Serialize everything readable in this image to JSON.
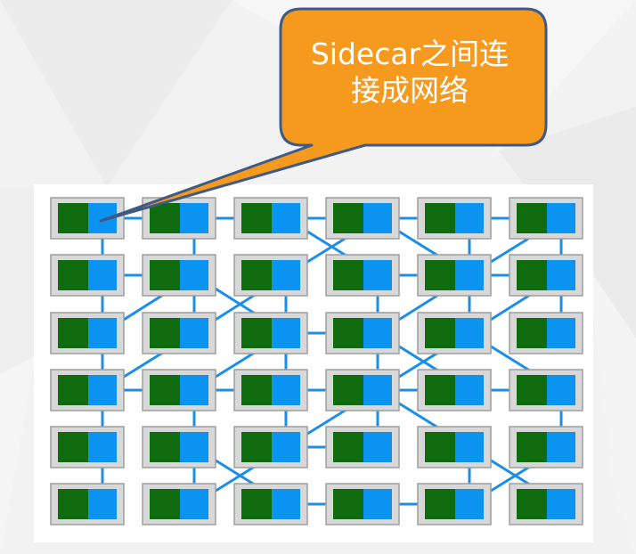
{
  "callout": {
    "text": "Sidecar之间连\n接成网络"
  },
  "mesh": {
    "rows": 6,
    "cols": 6,
    "colors": {
      "pod_border": "#9e9e9e",
      "pod_fill": "#d8d8d8",
      "service_fill": "#0e6b0e",
      "sidecar_fill": "#0a93f0",
      "link": "#1c8ee8",
      "callout_fill": "#f59a1e",
      "callout_border": "#3f5a86"
    },
    "links": [
      [
        [
          0,
          0
        ],
        [
          0,
          1
        ]
      ],
      [
        [
          0,
          1
        ],
        [
          0,
          2
        ]
      ],
      [
        [
          0,
          2
        ],
        [
          0,
          3
        ]
      ],
      [
        [
          0,
          3
        ],
        [
          0,
          4
        ]
      ],
      [
        [
          0,
          4
        ],
        [
          0,
          5
        ]
      ],
      [
        [
          1,
          0
        ],
        [
          1,
          1
        ]
      ],
      [
        [
          1,
          3
        ],
        [
          1,
          4
        ]
      ],
      [
        [
          1,
          4
        ],
        [
          1,
          5
        ]
      ],
      [
        [
          2,
          2
        ],
        [
          2,
          3
        ]
      ],
      [
        [
          3,
          0
        ],
        [
          3,
          1
        ]
      ],
      [
        [
          3,
          1
        ],
        [
          3,
          2
        ]
      ],
      [
        [
          3,
          2
        ],
        [
          3,
          3
        ]
      ],
      [
        [
          3,
          3
        ],
        [
          3,
          4
        ]
      ],
      [
        [
          3,
          4
        ],
        [
          3,
          5
        ]
      ],
      [
        [
          4,
          2
        ],
        [
          4,
          3
        ]
      ],
      [
        [
          5,
          2
        ],
        [
          5,
          3
        ]
      ],
      [
        [
          5,
          3
        ],
        [
          5,
          4
        ]
      ],
      [
        [
          0,
          0
        ],
        [
          1,
          0
        ]
      ],
      [
        [
          1,
          0
        ],
        [
          2,
          0
        ]
      ],
      [
        [
          2,
          0
        ],
        [
          3,
          0
        ]
      ],
      [
        [
          3,
          0
        ],
        [
          4,
          0
        ]
      ],
      [
        [
          4,
          0
        ],
        [
          5,
          0
        ]
      ],
      [
        [
          0,
          1
        ],
        [
          1,
          1
        ]
      ],
      [
        [
          1,
          1
        ],
        [
          2,
          1
        ]
      ],
      [
        [
          1,
          2
        ],
        [
          2,
          2
        ]
      ],
      [
        [
          2,
          2
        ],
        [
          3,
          2
        ]
      ],
      [
        [
          1,
          3
        ],
        [
          2,
          3
        ]
      ],
      [
        [
          2,
          3
        ],
        [
          3,
          3
        ]
      ],
      [
        [
          3,
          3
        ],
        [
          4,
          3
        ]
      ],
      [
        [
          0,
          4
        ],
        [
          1,
          4
        ]
      ],
      [
        [
          1,
          4
        ],
        [
          2,
          4
        ]
      ],
      [
        [
          0,
          5
        ],
        [
          1,
          5
        ]
      ],
      [
        [
          1,
          5
        ],
        [
          2,
          5
        ]
      ],
      [
        [
          3,
          5
        ],
        [
          4,
          5
        ]
      ],
      [
        [
          0,
          2
        ],
        [
          1,
          3
        ]
      ],
      [
        [
          0,
          3
        ],
        [
          1,
          2
        ]
      ],
      [
        [
          1,
          2
        ],
        [
          2,
          1
        ]
      ],
      [
        [
          1,
          4
        ],
        [
          2,
          3
        ]
      ],
      [
        [
          1,
          1
        ],
        [
          2,
          2
        ]
      ],
      [
        [
          2,
          3
        ],
        [
          3,
          4
        ]
      ],
      [
        [
          1,
          5
        ],
        [
          2,
          4
        ]
      ],
      [
        [
          0,
          5
        ],
        [
          1,
          4
        ]
      ],
      [
        [
          1,
          4
        ],
        [
          0,
          3
        ]
      ],
      [
        [
          2,
          0
        ],
        [
          1,
          1
        ]
      ],
      [
        [
          3,
          0
        ],
        [
          2,
          1
        ]
      ],
      [
        [
          3,
          1
        ],
        [
          4,
          1
        ]
      ],
      [
        [
          4,
          1
        ],
        [
          5,
          2
        ]
      ],
      [
        [
          4,
          1
        ],
        [
          5,
          1
        ]
      ],
      [
        [
          5,
          1
        ],
        [
          4,
          2
        ]
      ],
      [
        [
          4,
          2
        ],
        [
          3,
          2
        ]
      ],
      [
        [
          3,
          3
        ],
        [
          4,
          4
        ]
      ],
      [
        [
          4,
          4
        ],
        [
          5,
          5
        ]
      ],
      [
        [
          4,
          4
        ],
        [
          5,
          4
        ]
      ],
      [
        [
          3,
          3
        ],
        [
          2,
          4
        ]
      ],
      [
        [
          2,
          4
        ],
        [
          3,
          5
        ]
      ],
      [
        [
          3,
          3
        ],
        [
          4,
          2
        ]
      ],
      [
        [
          4,
          5
        ],
        [
          5,
          4
        ]
      ],
      [
        [
          2,
          2
        ],
        [
          3,
          1
        ]
      ]
    ]
  }
}
